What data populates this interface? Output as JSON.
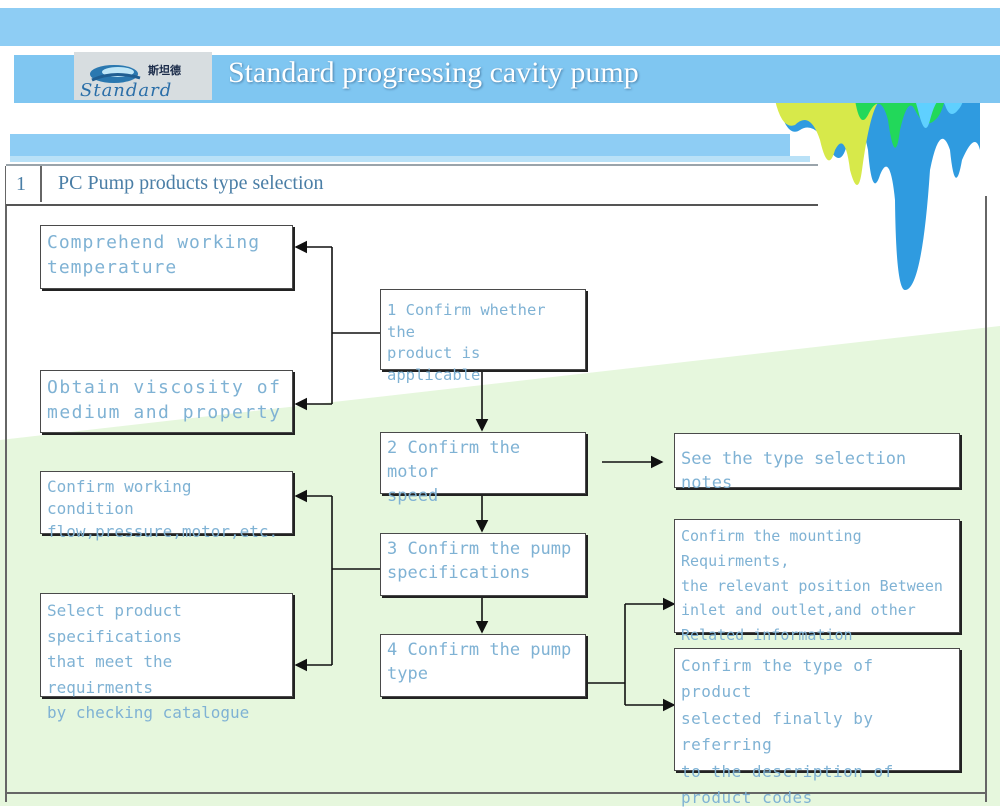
{
  "header": {
    "title": "Standard progressing cavity pump",
    "logo_cn": "斯坦德",
    "logo_en": "Standard",
    "colors": {
      "banner": "#7fc6f1",
      "title_text": "#ffffff",
      "node_text": "#7fb2d4"
    }
  },
  "section": {
    "number": "1",
    "title": "PC Pump products type selection"
  },
  "nodes": {
    "working_temperature": "Comprehend working\ntemperature",
    "viscosity": "Obtain viscosity of\nmedium and property",
    "working_condition": "Confirm working condition\nflow,pressure,motor,etc.",
    "select_specs": "Select product specifications\nthat meet the requirments\nby checking catalogue",
    "step1": "1 Confirm whether the\n  product is applicable",
    "step2": "2 Confirm the motor\n  speed",
    "step3": "3 Confirm the pump\n  specifications",
    "step4": "4 Confirm the pump\n  type",
    "selection_notes": "See the type selection notes",
    "mounting": "Confirm the mounting Requirments,\nthe relevant position Between\ninlet and outlet,and other\nRelated information",
    "product_code": "Confirm the type of product\nselected finally by referring\nto the description of\nproduct codes"
  }
}
